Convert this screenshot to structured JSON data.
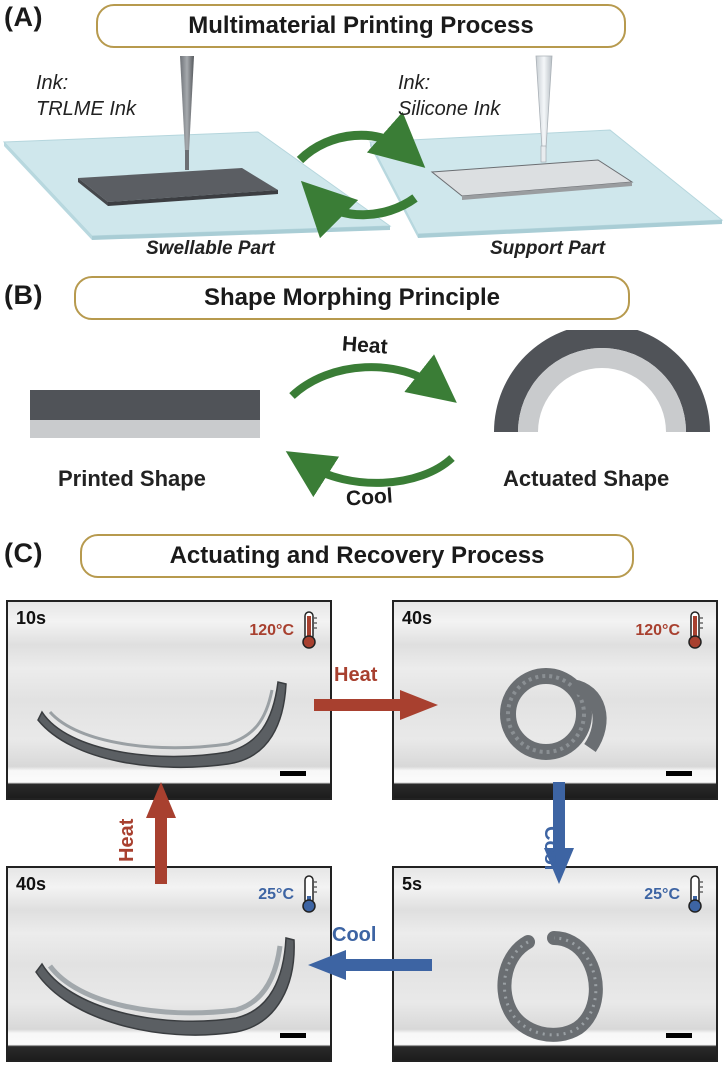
{
  "panelA": {
    "label": "(A)",
    "title": "Multimaterial Printing Process",
    "left_ink_line1": "Ink:",
    "left_ink_line2": "TRLME Ink",
    "right_ink_line1": "Ink:",
    "right_ink_line2": "Silicone Ink",
    "left_part": "Swellable Part",
    "right_part": "Support Part"
  },
  "panelB": {
    "label": "(B)",
    "title": "Shape Morphing Principle",
    "heat": "Heat",
    "cool": "Cool",
    "printed": "Printed Shape",
    "actuated": "Actuated Shape"
  },
  "panelC": {
    "label": "(C)",
    "title": "Actuating and Recovery Process",
    "photos": [
      {
        "time": "10s",
        "temp": "120°C"
      },
      {
        "time": "40s",
        "temp": "120°C"
      },
      {
        "time": "40s",
        "temp": "25°C"
      },
      {
        "time": "5s",
        "temp": "25°C"
      }
    ],
    "arrow_right": "Heat",
    "arrow_down": "Cool",
    "arrow_left": "Cool",
    "arrow_up": "Heat"
  },
  "colors": {
    "gold_border": "#b79a4e",
    "green_arrow": "#3a7d36",
    "red_arrow": "#a8402f",
    "blue_arrow": "#3d64a3",
    "dark_layer": "#505358",
    "light_layer": "#c9cbcd",
    "substrate": "#cfe7ec"
  }
}
